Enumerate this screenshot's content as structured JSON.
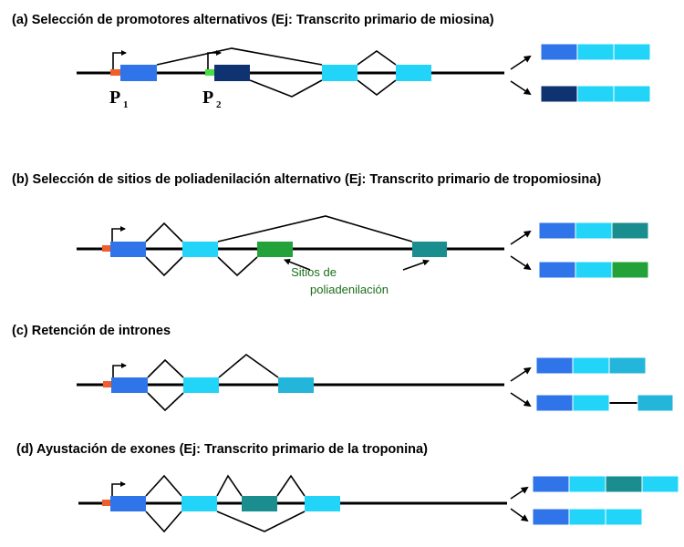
{
  "colors": {
    "exon_blue": "#2f74e8",
    "exon_light": "#22d4f8",
    "exon_dark": "#0f3270",
    "exon_teal": "#1a8e8f",
    "exon_cyan": "#23b5da",
    "exon_green": "#23a23a",
    "promoter_red": "#ee5f2b",
    "promoter_green": "#44e044",
    "note_green": "#1a6e1a"
  },
  "sections": {
    "a": {
      "title": "(a) Selección de promotores alternativos (Ej: Transcrito primario de miosina)",
      "promoter_1_label": "P",
      "promoter_1_sub": "1",
      "promoter_2_label": "P",
      "promoter_2_sub": "2"
    },
    "b": {
      "title": "(b) Selección de sitios de poliadenilación alternativo (Ej: Transcrito primario de tropomiosina)",
      "note_line1": "Sitios  de",
      "note_line2": "poliadenilación"
    },
    "c": {
      "title": "(c) Retención de intrones"
    },
    "d": {
      "title": "(d) Ayustación de exones (Ej: Transcrito primario de la troponina)"
    }
  }
}
